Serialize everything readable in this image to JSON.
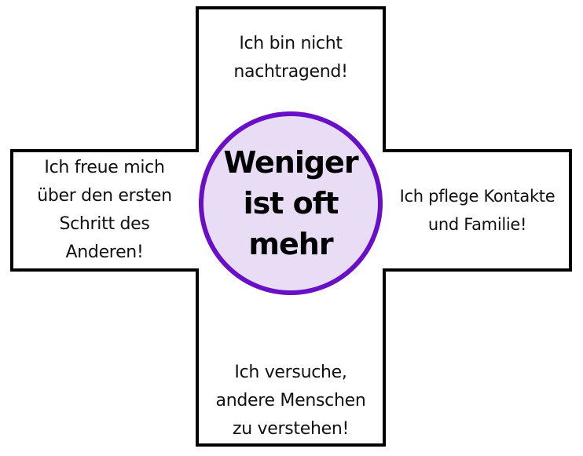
{
  "diagram": {
    "type": "cross-with-center-circle",
    "center": {
      "text": "Weniger\nist oft\nmehr",
      "fill_color": "#e9ddf5",
      "stroke_color": "#6a0fc8"
    },
    "arms": {
      "top": {
        "text": "Ich bin nicht\nnachtragend!"
      },
      "left": {
        "text": "Ich freue mich\nüber den ersten\nSchritt des\nAnderen!"
      },
      "right": {
        "text": "Ich pflege Kontakte\nund Familie!"
      },
      "bottom": {
        "text": "Ich versuche,\nandere Menschen\nzu verstehen!"
      }
    },
    "outline_color": "#000000",
    "background_color": "#ffffff"
  }
}
